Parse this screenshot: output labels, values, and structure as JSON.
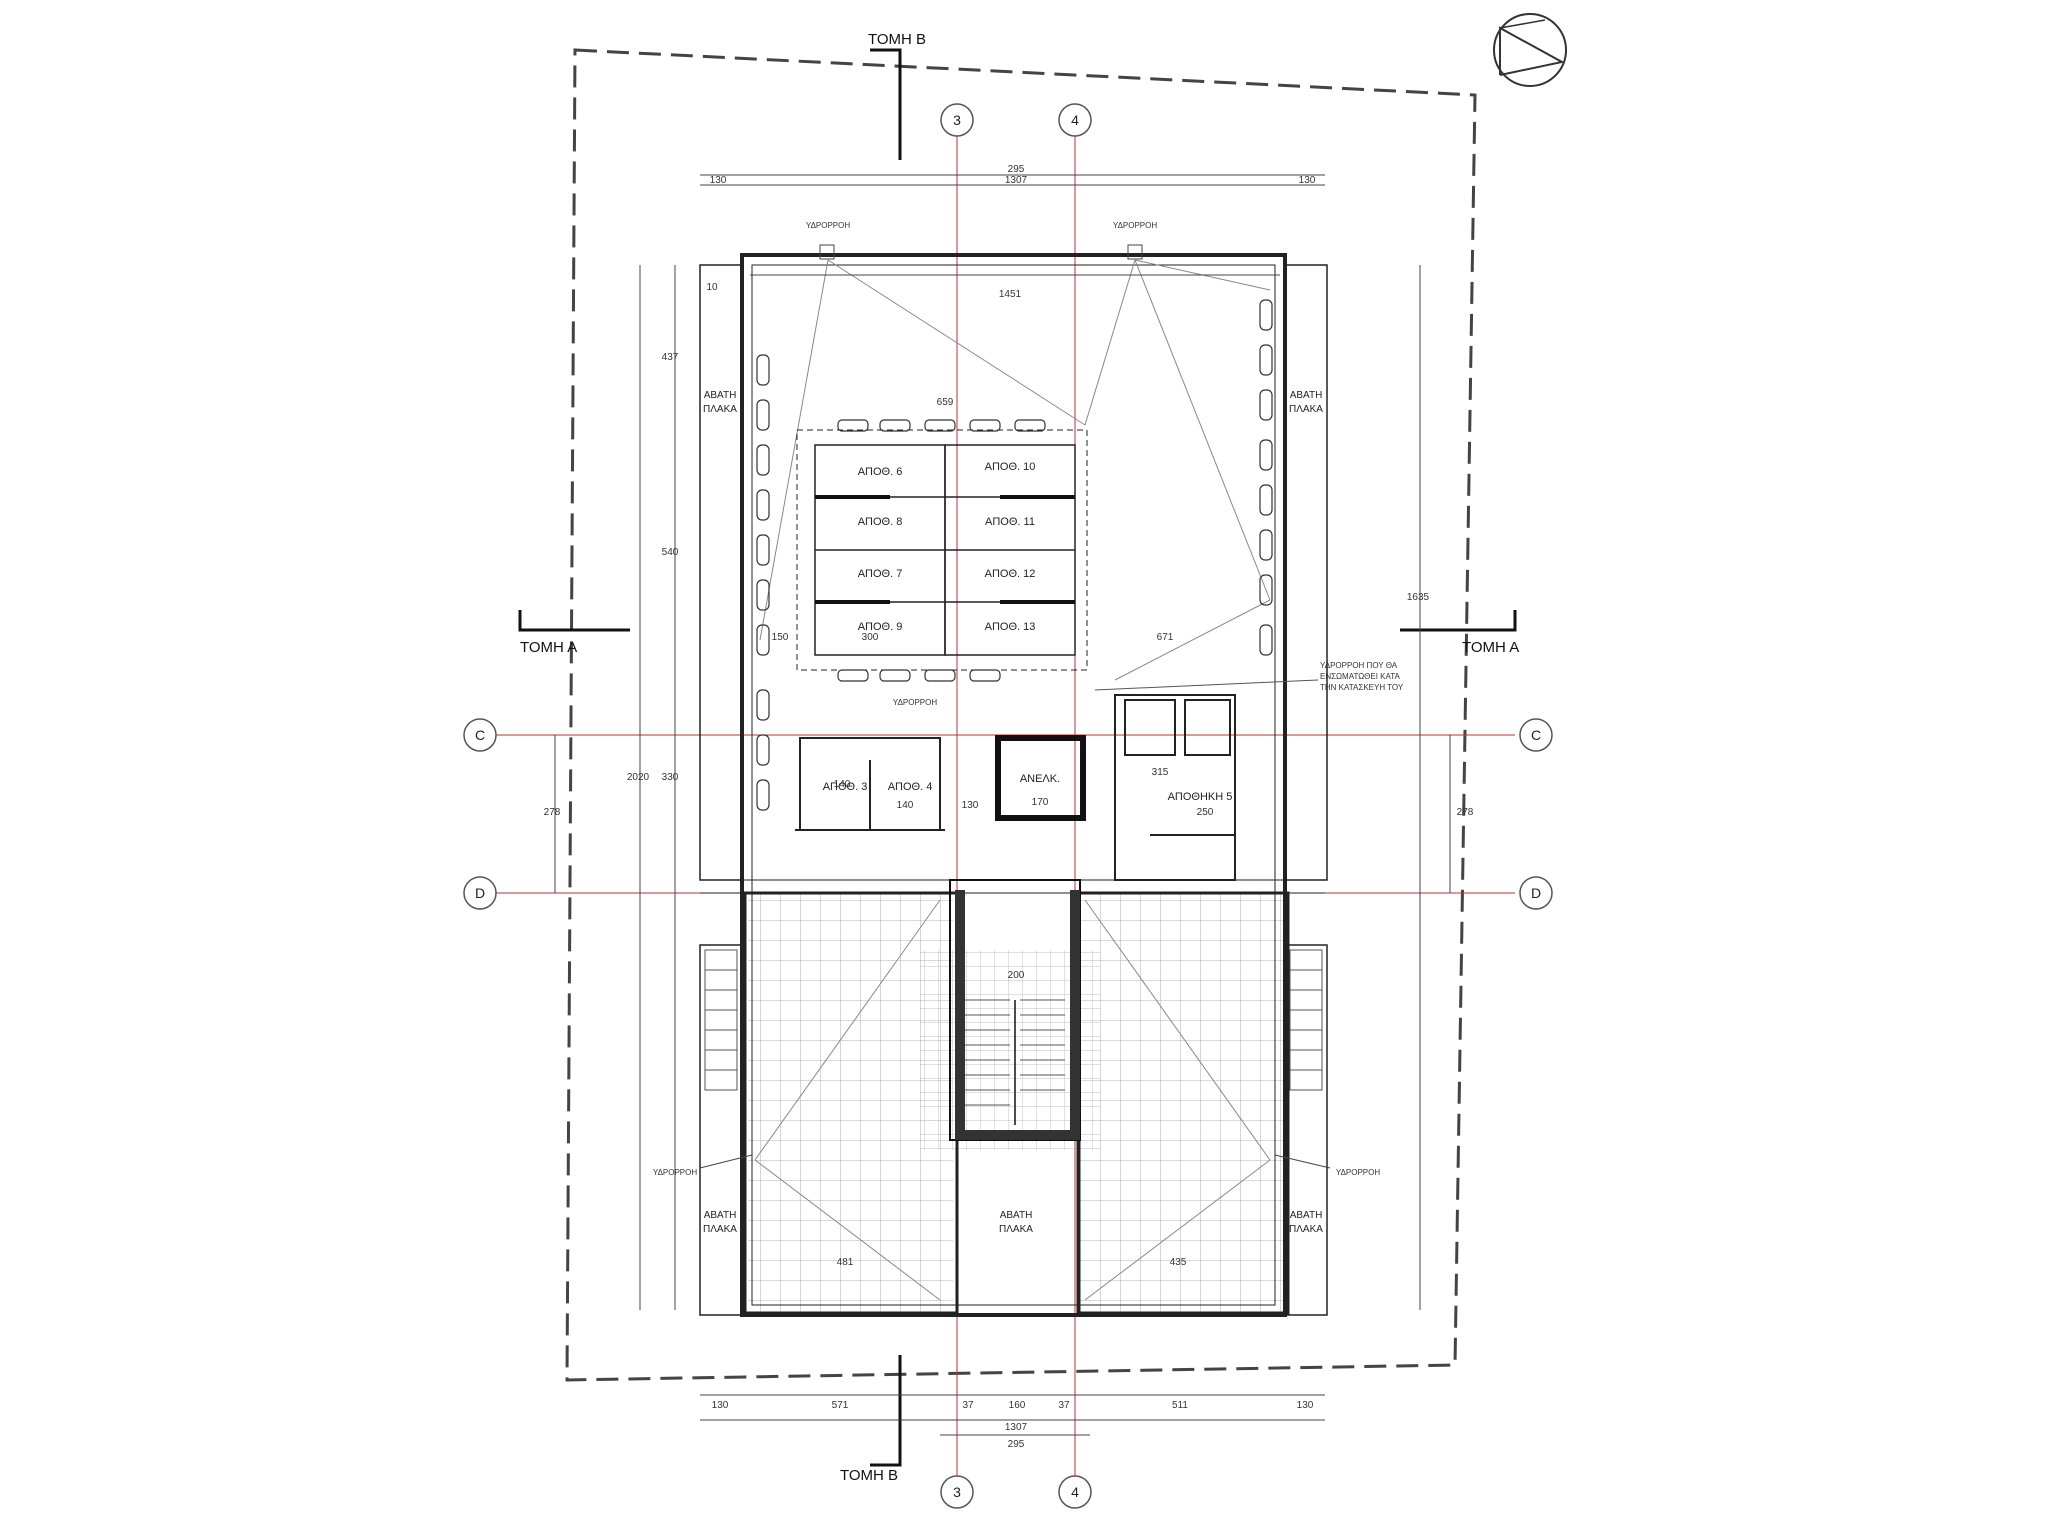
{
  "sections": {
    "b_top": "ΤΟΜΗ Β",
    "b_bottom": "ΤΟΜΗ Β",
    "a_left": "ΤΟΜΗ Α",
    "a_right": "ΤΟΜΗ Α"
  },
  "grid_axes": {
    "col_3": "3",
    "col_4": "4",
    "row_c": "C",
    "row_d": "D"
  },
  "rooms": {
    "apod_3": "ΑΠΟΘ. 3",
    "apod_4": "ΑΠΟΘ. 4",
    "apod_6": "ΑΠΟΘ. 6",
    "apod_7": "ΑΠΟΘ. 7",
    "apod_8": "ΑΠΟΘ. 8",
    "apod_9": "ΑΠΟΘ. 9",
    "apod_10": "ΑΠΟΘ. 10",
    "apod_11": "ΑΠΟΘ. 11",
    "apod_12": "ΑΠΟΘ. 12",
    "apod_13": "ΑΠΟΘ. 13",
    "elevator": "ΑΝΕΛΚ.",
    "apothiki_5": "ΑΠΟΘΗΚΗ 5"
  },
  "slab_labels": {
    "left_upper": [
      "ΑΒΑΤΗ",
      "ΠΛΑΚΑ"
    ],
    "right_upper": [
      "ΑΒΑΤΗ",
      "ΠΛΑΚΑ"
    ],
    "left_lower": [
      "ΑΒΑΤΗ",
      "ΠΛΑΚΑ"
    ],
    "center_lower": [
      "ΑΒΑΤΗ",
      "ΠΛΑΚΑ"
    ],
    "right_lower": [
      "ΑΒΑΤΗ",
      "ΠΛΑΚΑ"
    ]
  },
  "drains": {
    "top_left": "ΥΔΡΟΡΡΟΗ",
    "top_right": "ΥΔΡΟΡΡΟΗ",
    "middle": "ΥΔΡΟΡΡΟΗ",
    "bottom_left": "ΥΔΡΟΡΡΟΗ",
    "bottom_right": "ΥΔΡΟΡΡΟΗ"
  },
  "note_right": [
    "ΥΔΡΟΡΡΟΗ ΠΟΥ ΘΑ",
    "ΕΝΣΩΜΑΤΩΘΕΙ ΚΑΤΑ",
    "ΤΗΝ ΚΑΤΑΣΚΕΥΗ ΤΟΥ"
  ],
  "dimensions": {
    "top_total": "1307",
    "top_axis": "295",
    "top_left_offset": "130",
    "top_right_offset": "130",
    "inner_top": "1451",
    "core_width": "659",
    "bottom_total": "1307",
    "bottom_axis": "295",
    "bottom_left": "571",
    "bottom_right": "511",
    "bottom_mid_1": "37",
    "bottom_mid_2": "160",
    "bottom_mid_3": "37",
    "bottom_left_offset": "130",
    "bottom_right_offset": "130",
    "lower_left_slab": "481",
    "lower_right_slab": "435",
    "stair_width": "200",
    "right_height": "1635",
    "left_height": "2020",
    "left_partial_1": "437",
    "left_partial_2": "540",
    "left_partial_3": "330",
    "left_cd": "278",
    "right_cd": "278",
    "apod3_w": "140",
    "apod4_w": "140",
    "corridor": "130",
    "elev_w": "170",
    "apoth5_w": "315",
    "apoth5_h": "250",
    "room_300": "300",
    "d_671": "671",
    "d_10": "10",
    "d_150": "150"
  }
}
